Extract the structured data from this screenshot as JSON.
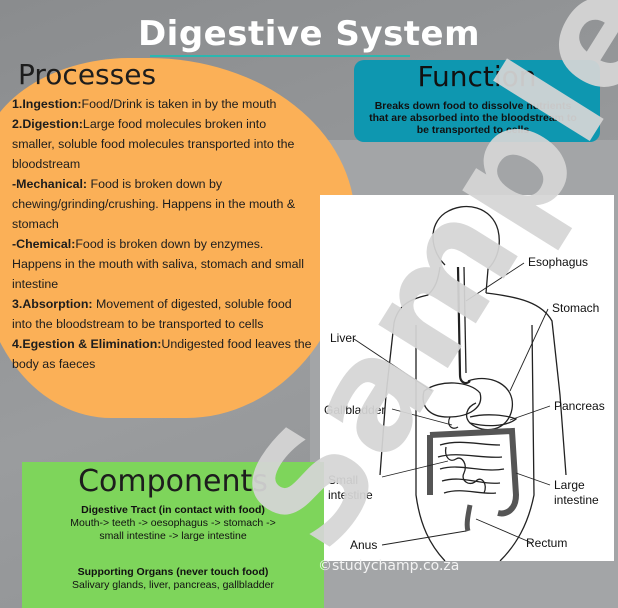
{
  "title": "Digestive System",
  "processes": {
    "heading": "Processes",
    "items": [
      {
        "label": "1.Ingestion:",
        "text": "Food/Drink is taken in by the mouth"
      },
      {
        "label": "2.Digestion:",
        "text": "Large food molecules broken into smaller, soluble food molecules transported into the bloodstream"
      },
      {
        "label": "-Mechanical:",
        "text": " Food is broken down by chewing/grinding/crushing. Happens in the mouth & stomach"
      },
      {
        "label": "-Chemical:",
        "text": "Food is broken down by enzymes. Happens in the mouth with saliva, stomach and small intestine"
      },
      {
        "label": "3.Absorption:",
        "text": " Movement of digested, soluble food into the bloodstream to be transported to cells"
      },
      {
        "label": "4.Egestion & Elimination:",
        "text": "Undigested food leaves the body as faeces"
      }
    ]
  },
  "function": {
    "heading": "Function",
    "text": "Breaks down food to dissolve nutrients that are absorbed into the bloodstream to be transported to cells"
  },
  "diagram_labels": {
    "esophagus": "Esophagus",
    "stomach": "Stomach",
    "liver": "Liver",
    "pancreas": "Pancreas",
    "gallbladder": "Gallbladder",
    "small_intestine_1": "Small",
    "small_intestine_2": "intestine",
    "large_intestine_1": "Large",
    "large_intestine_2": "intestine",
    "anus": "Anus",
    "rectum": "Rectum"
  },
  "components": {
    "heading": "Components",
    "tract_title": "Digestive Tract (in contact with food)",
    "tract_text_1": "Mouth-> teeth -> oesophagus -> stomach ->",
    "tract_text_2": "small intestine -> large intestine",
    "organs_title": "Supporting Organs (never touch food)",
    "organs_text": "Salivary glands, liver, pancreas, gallbladder"
  },
  "watermark": "Sample",
  "copyright": "©studychamp.co.za",
  "colors": {
    "orange": "#fbb057",
    "teal": "#0e97b0",
    "green": "#7ed55b",
    "accent_line": "#2bb7b0"
  }
}
